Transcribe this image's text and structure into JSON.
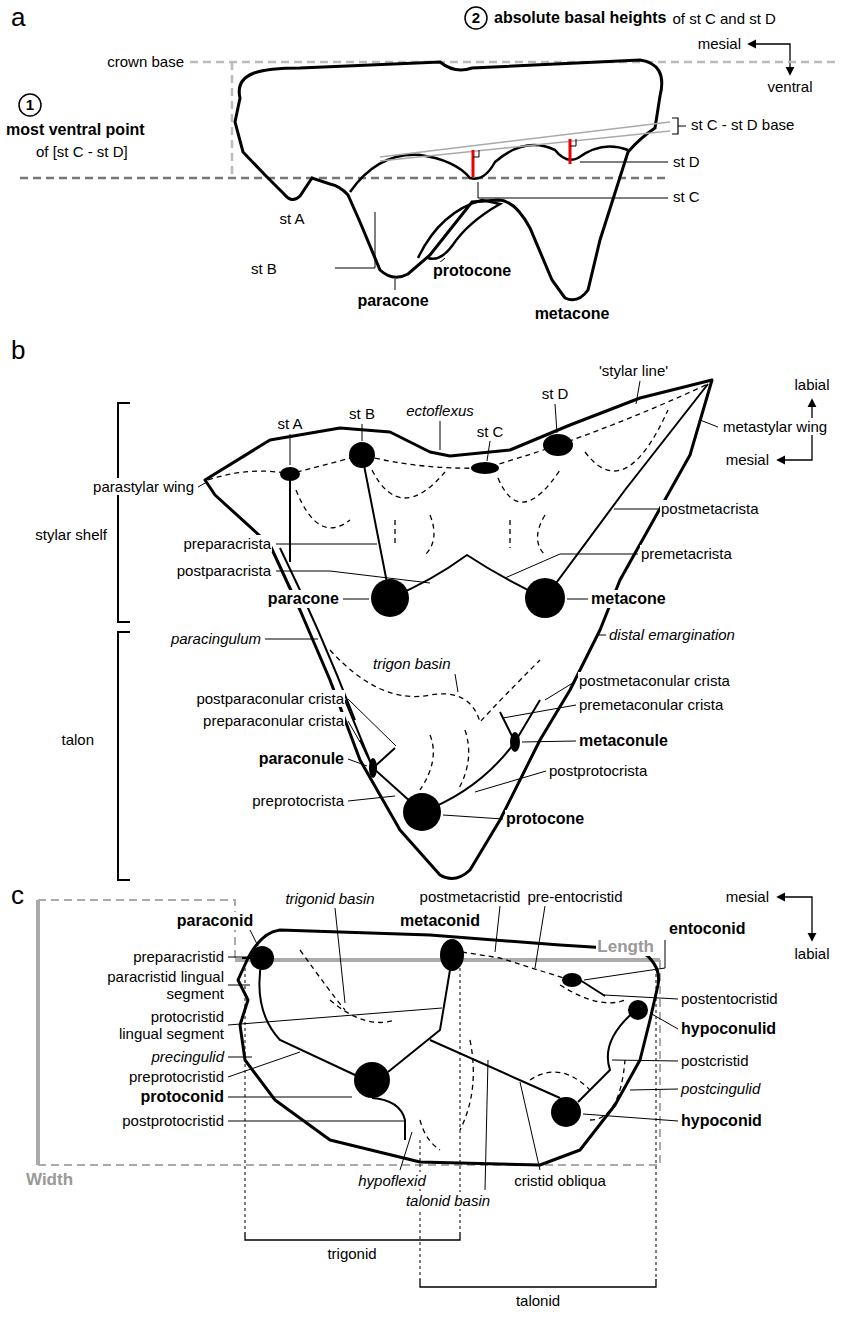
{
  "diagram": {
    "labels": [
      "a",
      "2",
      "absolute basal heights",
      "of st C and st D",
      "mesial",
      "ventral",
      "crown base",
      "1",
      "most ventral point",
      "of [st C - st D]",
      "st C - st D base",
      "st D",
      "st C",
      "st A",
      "st B",
      "paracone",
      "protocone",
      "metacone",
      "b",
      "labial",
      "mesial",
      "st A",
      "st B",
      "ectoflexus",
      "st C",
      "st D",
      "'stylar line'",
      "metastylar wing",
      "parastylar wing",
      "stylar shelf",
      "preparacrista",
      "postparacrista",
      "paracone",
      "postmetacrista",
      "premetacrista",
      "metacone",
      "paracingulum",
      "distal emargination",
      "trigon basin",
      "talon",
      "postparaconular crista",
      "preparaconular crista",
      "paraconule",
      "preprotocrista",
      "postmetaconular crista",
      "premetaconular crista",
      "metaconule",
      "postprotocrista",
      "protocone",
      "c",
      "mesial",
      "labial",
      "trigonid basin",
      "postmetacristid",
      "pre-entocristid",
      "paraconid",
      "metaconid",
      "entoconid",
      "Length",
      "preparacristid",
      "paracristid lingual segment",
      "protocristid lingual segment",
      "postentocristid",
      "hypoconulid",
      "precingulid",
      "postcristid",
      "preprotocristid",
      "postcingulid",
      "protoconid",
      "hypoconid",
      "postprotocristid",
      "Width",
      "hypoflexid",
      "cristid obliqua",
      "talonid basin",
      "trigonid",
      "talonid"
    ]
  }
}
